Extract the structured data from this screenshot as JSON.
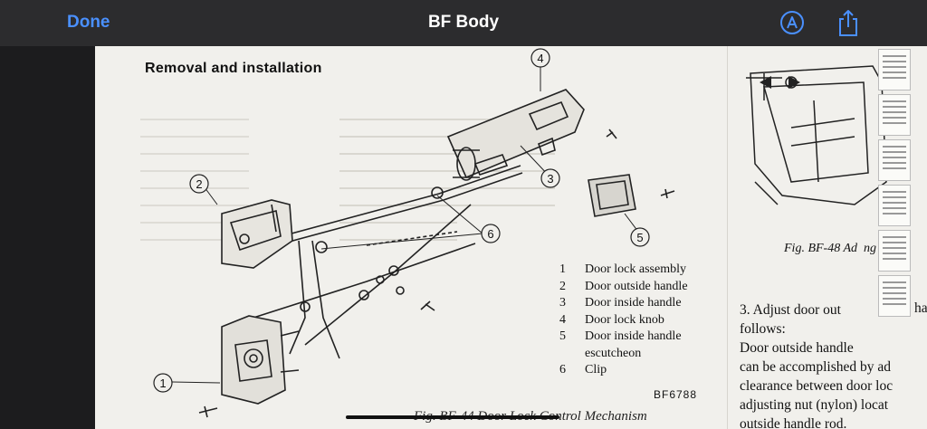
{
  "nav": {
    "done_label": "Done",
    "title": "BF Body",
    "markup_icon": "markup-pen-icon",
    "share_icon": "share-icon"
  },
  "page_left": {
    "heading": "Removal and installation",
    "legend": [
      {
        "num": "1",
        "label": "Door lock assembly"
      },
      {
        "num": "2",
        "label": "Door outside handle"
      },
      {
        "num": "3",
        "label": "Door inside handle"
      },
      {
        "num": "4",
        "label": "Door lock knob"
      },
      {
        "num": "5",
        "label": "Door inside handle"
      },
      {
        "num": "",
        "label": "escutcheon"
      },
      {
        "num": "6",
        "label": "Clip"
      }
    ],
    "callouts": [
      "1",
      "2",
      "3",
      "4",
      "5",
      "6"
    ],
    "code": "BF6788",
    "caption": "Fig. BF-44 Door Lock Control Mechanism"
  },
  "page_right": {
    "caption": "Fig. BF-48 Ad",
    "caption_tail": "ng",
    "body_lines": [
      "3.  Adjust door out",
      "follows:",
      "  Door  outside  handle",
      "can be accomplished by ad",
      "clearance between door loc",
      "adjusting nut (nylon) locat",
      "outside handle rod."
    ],
    "body_right": [
      "ha"
    ]
  },
  "thumbnails": {
    "count": 6
  },
  "colors": {
    "accent": "#4a90ff",
    "bar": "#2c2c2e",
    "paper": "#f1f0ec"
  }
}
